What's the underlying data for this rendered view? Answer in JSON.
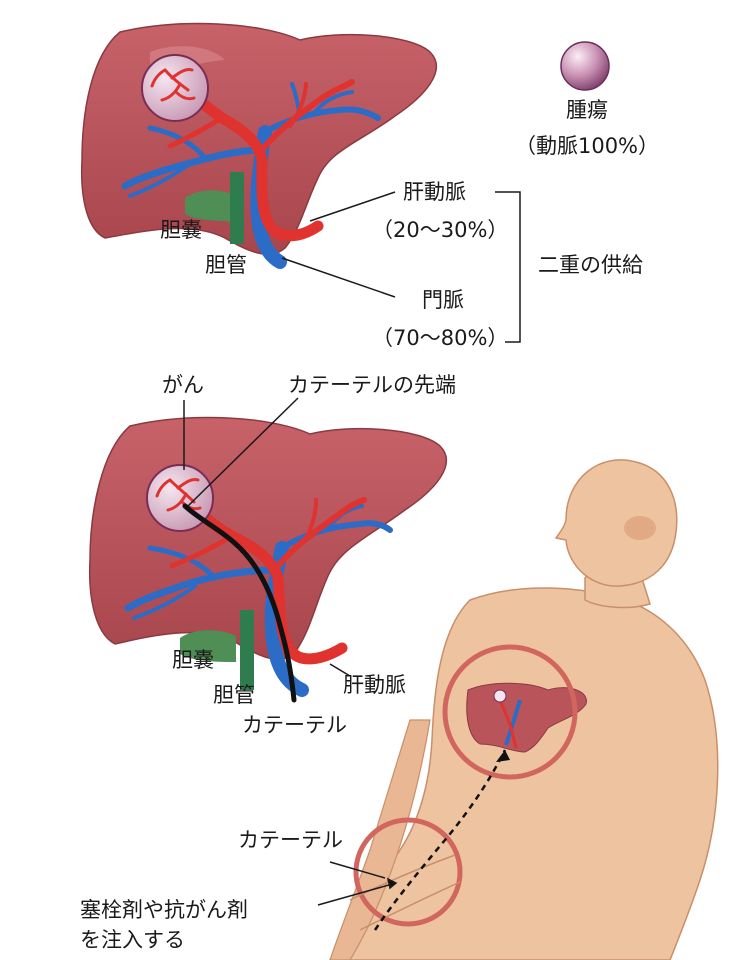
{
  "figure": {
    "top": {
      "tumor_legend": "腫瘍",
      "tumor_supply": "（動脈100%）",
      "hepatic_artery": "肝動脈",
      "hepatic_artery_supply": "（20〜30%）",
      "portal_vein": "門脈",
      "portal_vein_supply": "（70〜80%）",
      "dual_supply": "二重の供給",
      "gallbladder": "胆嚢",
      "bile_duct": "胆管"
    },
    "bottom": {
      "cancer": "がん",
      "catheter_tip": "カテーテルの先端",
      "gallbladder": "胆嚢",
      "bile_duct": "胆管",
      "hepatic_artery": "肝動脈",
      "catheter": "カテーテル"
    },
    "body": {
      "catheter": "カテーテル",
      "inject_line1": "塞栓剤や抗がん剤",
      "inject_line2": "を注入する"
    }
  },
  "colors": {
    "liver": "#b9545a",
    "artery": "#e0322e",
    "portal_vein": "#2b6cc7",
    "bile": "#2f7d4f",
    "skin": "#eec3a0",
    "tumor": "#c99ab5"
  }
}
